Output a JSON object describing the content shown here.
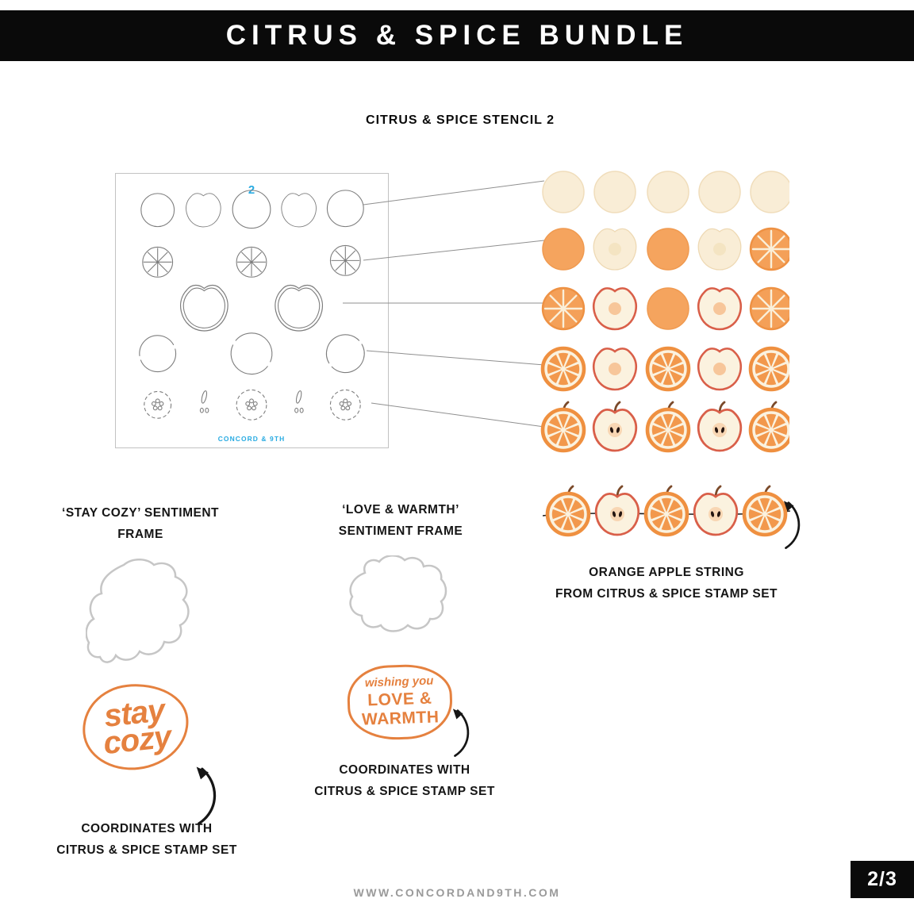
{
  "colors": {
    "ink": "#0A0A0A",
    "accent_blue": "#29ABE2",
    "stamp_orange": "#E5813F",
    "orange": "#F2984C",
    "orange_deep": "#EF9040",
    "cream": "#FBF2DF",
    "red": "#D95F49",
    "brown": "#7B4A2A",
    "frame_gray": "#C6C6C6",
    "line_gray": "#8F8F8F"
  },
  "header": {
    "title": "CITRUS & SPICE BUNDLE"
  },
  "stencil": {
    "caption": "CITRUS & SPICE STENCIL 2",
    "sheet_number": "2",
    "brand": "CONCORD & 9TH"
  },
  "stamp_rows": {
    "rows": [
      [
        "cream-blob",
        "cream-blob",
        "cream-blob",
        "cream-blob",
        "cream-blob"
      ],
      [
        "orange-disc",
        "cream-apple",
        "orange-disc",
        "cream-apple",
        "orange-wheel"
      ],
      [
        "orange-wheel",
        "outline-apple",
        "orange-disc",
        "outline-apple",
        "orange-wheel"
      ],
      [
        "orange-slice",
        "outline-apple",
        "orange-slice",
        "outline-apple",
        "orange-slice"
      ],
      [
        "orange-slice-stem",
        "full-apple",
        "orange-slice-stem",
        "full-apple",
        "orange-slice-stem"
      ]
    ]
  },
  "string_art": {
    "items": [
      "orange-slice-stem",
      "full-apple",
      "orange-slice-stem",
      "full-apple",
      "orange-slice-stem"
    ],
    "label_line1": "ORANGE APPLE STRING",
    "label_line2": "FROM CITRUS & SPICE STAMP SET"
  },
  "stay_cozy": {
    "label_line1": "‘STAY COZY’ SENTIMENT",
    "label_line2": "FRAME",
    "stamp_line1": "stay",
    "stamp_line2": "cozy",
    "coord_line1": "COORDINATES WITH",
    "coord_line2": "CITRUS & SPICE STAMP SET"
  },
  "love_warmth": {
    "label_line1": "‘LOVE & WARMTH’",
    "label_line2": "SENTIMENT FRAME",
    "stamp_script": "wishing you",
    "stamp_line1": "LOVE &",
    "stamp_line2": "WARMTH",
    "coord_line1": "COORDINATES WITH",
    "coord_line2": "CITRUS & SPICE STAMP SET"
  },
  "page_badge": "2/3",
  "footer_url": "WWW.CONCORDAND9TH.COM"
}
